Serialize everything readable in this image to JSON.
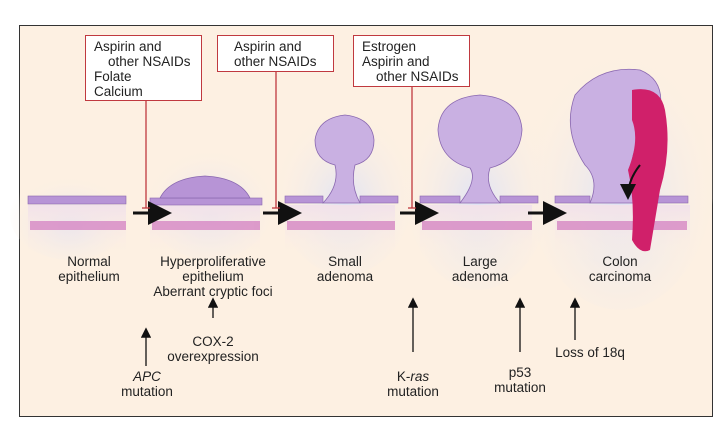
{
  "inhibitor_boxes": [
    {
      "lines": [
        "Aspirin and",
        "other NSAIDs",
        "Folate",
        "Calcium"
      ]
    },
    {
      "lines": [
        "Aspirin and",
        "other NSAIDs"
      ]
    },
    {
      "lines": [
        "Estrogen",
        "Aspirin and",
        "other NSAIDs"
      ]
    }
  ],
  "stages": [
    {
      "lines": [
        "Normal",
        "epithelium"
      ]
    },
    {
      "lines": [
        "Hyperproliferative",
        "epithelium",
        "Aberrant cryptic foci"
      ]
    },
    {
      "lines": [
        "Small",
        "adenoma"
      ]
    },
    {
      "lines": [
        "Large",
        "adenoma"
      ]
    },
    {
      "lines": [
        "Colon",
        "carcinoma"
      ]
    }
  ],
  "events": {
    "apc": {
      "gene": "APC",
      "suffix": "mutation"
    },
    "cox2": {
      "line1": "COX-2",
      "line2": "overexpression"
    },
    "kras": {
      "prefix": "K-",
      "gene": "ras",
      "suffix": "mutation"
    },
    "p53": {
      "line1": "p53",
      "line2": "mutation"
    },
    "loss18q": {
      "text": "Loss of 18q"
    }
  },
  "colors": {
    "inhibitor": "#c0393f",
    "tumor": "#d0206a",
    "tissue": "#b48fd0"
  }
}
